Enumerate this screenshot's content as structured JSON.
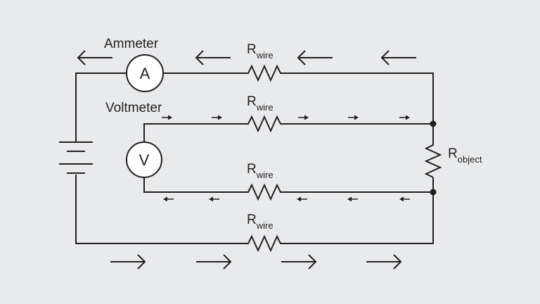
{
  "labels": {
    "ammeter": "Ammeter",
    "voltmeter": "Voltmeter",
    "ammeter_symbol": "A",
    "voltmeter_symbol": "V",
    "resistor_main": "R",
    "wire_sub": "wire",
    "object_sub": "object"
  },
  "colors": {
    "background": "#e9eaec",
    "ink": "#231f20",
    "meter_fill": "#ffffff"
  },
  "components": {
    "wire_resistors": 4,
    "object_resistor": 1,
    "battery_cells": 2
  },
  "current_flow": {
    "top_loop": "leftward",
    "voltmeter_top": "rightward",
    "voltmeter_bottom": "leftward",
    "bottom_loop": "rightward"
  }
}
